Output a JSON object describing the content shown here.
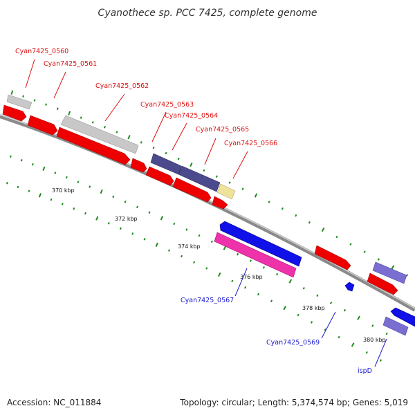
{
  "title": "Cyanothece sp. PCC 7425, complete genome",
  "footer": {
    "accession": "Accession: NC_011884",
    "topology": "Topology: circular; Length: 5,374,574 bp; Genes: 5,019"
  },
  "colors": {
    "red": "#ee0000",
    "grey": "#c8c8c8",
    "dark_purple": "#4a4a8c",
    "yellow": "#efe29a",
    "blue": "#1010e8",
    "pink": "#ee33aa",
    "lavender": "#7a6fd0",
    "backbone": "#8a8a8a",
    "tick": "#1e8a1e",
    "label_red": "#dd1111",
    "label_blue": "#1a1acc"
  },
  "scale_labels": [
    "370 kbp",
    "372 kbp",
    "374 kbp",
    "376 kbp",
    "378 kbp",
    "380 kbp"
  ],
  "genes_labeled": [
    {
      "name": "Cyan7425_0560",
      "color": "red"
    },
    {
      "name": "Cyan7425_0561",
      "color": "red"
    },
    {
      "name": "Cyan7425_0562",
      "color": "red"
    },
    {
      "name": "Cyan7425_0563",
      "color": "red"
    },
    {
      "name": "Cyan7425_0564",
      "color": "red"
    },
    {
      "name": "Cyan7425_0565",
      "color": "red"
    },
    {
      "name": "Cyan7425_0566",
      "color": "red"
    },
    {
      "name": "Cyan7425_0567",
      "color": "blue"
    },
    {
      "name": "Cyan7425_0569",
      "color": "blue"
    },
    {
      "name": "ispD",
      "color": "blue"
    }
  ]
}
